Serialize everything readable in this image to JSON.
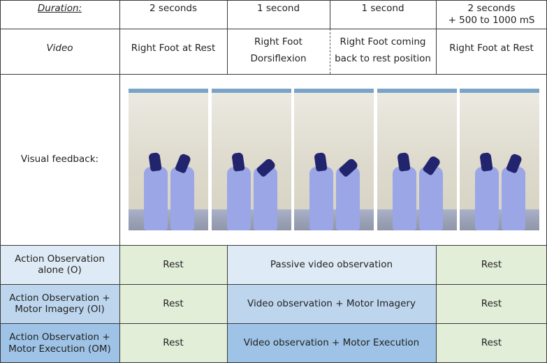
{
  "colors": {
    "green": "#e3eed9",
    "light_blue": "#deeaf5",
    "mid_blue": "#bdd6ee",
    "dark_blue": "#9ec3e6",
    "border": "#3a3a3a"
  },
  "header": {
    "duration_label": "Duration:",
    "duration_1": "2 seconds",
    "duration_2": "1 second",
    "duration_3": "1 second",
    "duration_4_line1": "2 seconds",
    "duration_4_line2": "+ 500 to 1000 mS"
  },
  "video_row": {
    "label": "Video",
    "phase_1": "Right Foot at Rest",
    "phase_2_line1": "Right Foot",
    "phase_2_line2": "Dorsiflexion",
    "phase_3_line1": "Right Foot coming",
    "phase_3_line2": "back to rest position",
    "phase_4": "Right Foot at Rest"
  },
  "visual_row": {
    "label": "Visual feedback:",
    "frames": [
      {
        "pose": "rest"
      },
      {
        "pose": "dorsiflexion"
      },
      {
        "pose": "dorsiflexion"
      },
      {
        "pose": "returning"
      },
      {
        "pose": "rest"
      }
    ]
  },
  "conditions": [
    {
      "label_line1": "Action Observation",
      "label_line2": "alone (O)",
      "rest_before": "Rest",
      "middle": "Passive video observation",
      "rest_after": "Rest"
    },
    {
      "label_line1": "Action Observation +",
      "label_line2": "Motor Imagery (OI)",
      "rest_before": "Rest",
      "middle": "Video observation + Motor Imagery",
      "rest_after": "Rest"
    },
    {
      "label_line1": "Action Observation +",
      "label_line2": "Motor Execution (OM)",
      "rest_before": "Rest",
      "middle": "Video observation + Motor Execution",
      "rest_after": "Rest"
    }
  ]
}
